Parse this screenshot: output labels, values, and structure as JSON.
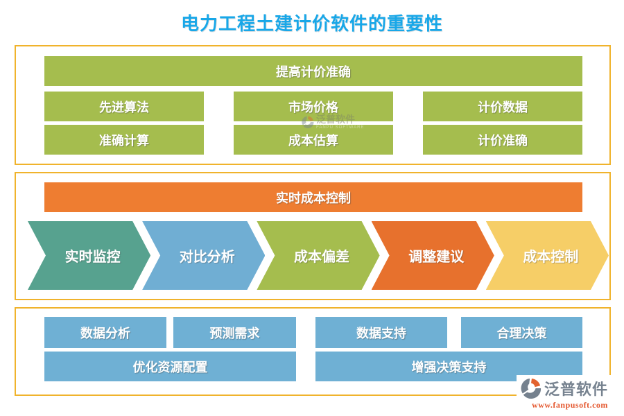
{
  "title": "电力工程土建计价软件的重要性",
  "sections": {
    "pricing": {
      "header": "提高计价准确",
      "row1": [
        "先进算法",
        "市场价格",
        "计价数据"
      ],
      "row2": [
        "准确计算",
        "成本估算",
        "计价准确"
      ]
    },
    "cost": {
      "header": "实时成本控制",
      "arrows": [
        {
          "label": "实时监控",
          "color": "#57A28F"
        },
        {
          "label": "对比分析",
          "color": "#70AED3"
        },
        {
          "label": "成本偏差",
          "color": "#A5BD4E"
        },
        {
          "label": "调整建议",
          "color": "#E7712D"
        },
        {
          "label": "成本控制",
          "color": "#F6CE67"
        }
      ]
    },
    "decision": {
      "row1": [
        "数据分析",
        "预测需求",
        "数据支持",
        "合理决策"
      ],
      "row2": [
        "优化资源配置",
        "增强决策支持"
      ]
    }
  },
  "watermark": {
    "name": "泛普软件",
    "subtitle": "FANPU SOFTWARE"
  },
  "logo": {
    "name": "泛普软件",
    "website": "www.fanpusoft.com"
  },
  "colors": {
    "title_blue": "#18A7E8",
    "frame_border_gold": "#F0B32C",
    "green": "#A5BD4E",
    "header_orange": "#EE7D31",
    "bar_blue": "#6FB0D4",
    "logo_grey": "#76828F",
    "logo_orange": "#E4572E"
  }
}
